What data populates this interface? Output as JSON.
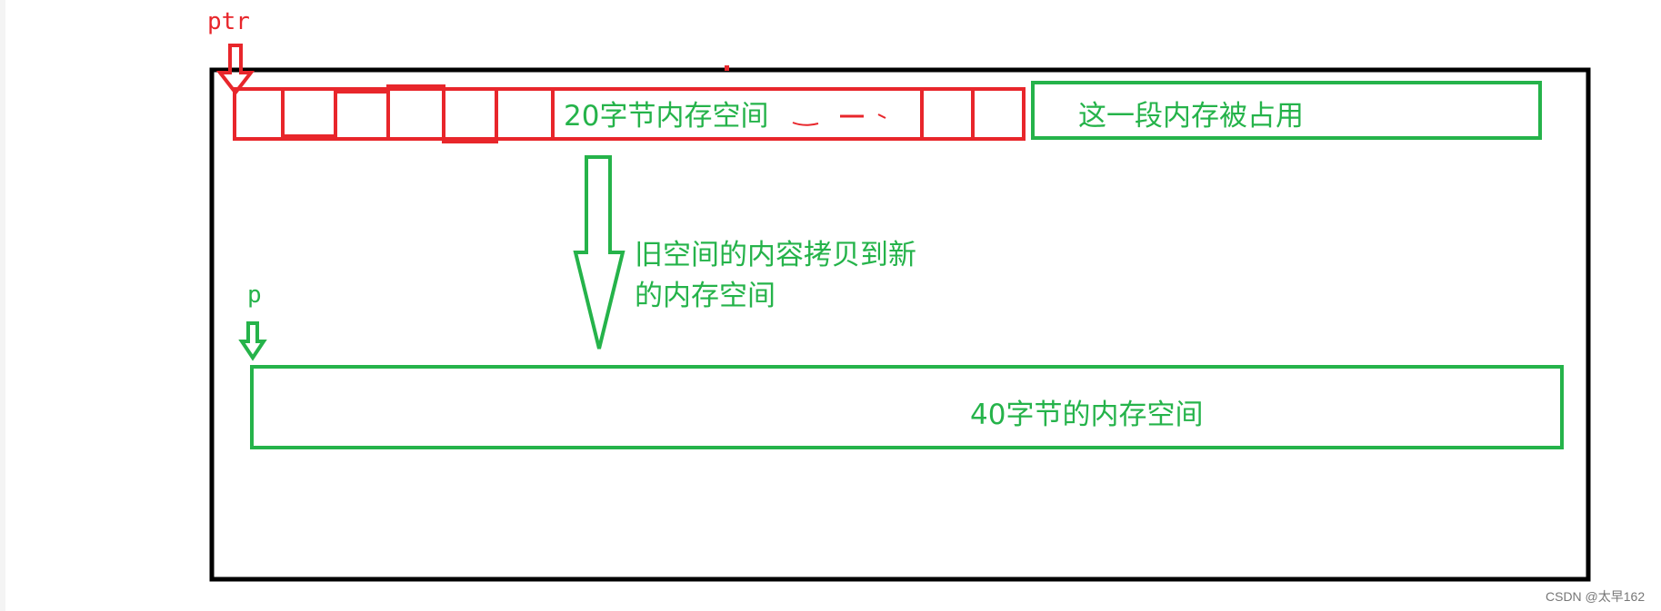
{
  "colors": {
    "frame": "#000000",
    "old_memory": "#e8262b",
    "new_memory": "#25b34a",
    "watermark": "#777777"
  },
  "pointers": {
    "old": "ptr",
    "new": "p"
  },
  "old_block": {
    "label": "20字节内存空间",
    "occupied_label": "这一段内存被占用"
  },
  "copy_note": {
    "line1": "旧空间的内容拷贝到新",
    "line2": "的内存空间"
  },
  "new_block": {
    "label": "40字节的内存空间"
  },
  "watermark": "CSDN @太早162"
}
